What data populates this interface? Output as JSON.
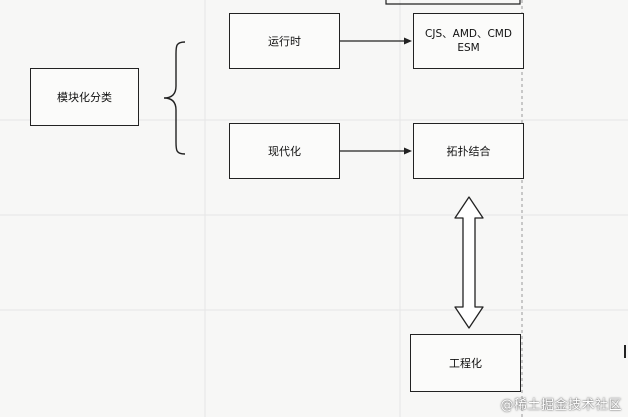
{
  "diagram": {
    "nodes": {
      "root": "模块化分类",
      "runtime": "运行时",
      "modern": "现代化",
      "formats": "CJS、AMD、CMD\nESM",
      "topology": "拓扑结合",
      "engineering": "工程化"
    },
    "colors": {
      "line": "#222222",
      "background": "#f7f7f6",
      "grid": "#e6e6e6",
      "dashed_guide": "#9a9a9a"
    }
  },
  "watermark": "@稀土掘金技术社区"
}
